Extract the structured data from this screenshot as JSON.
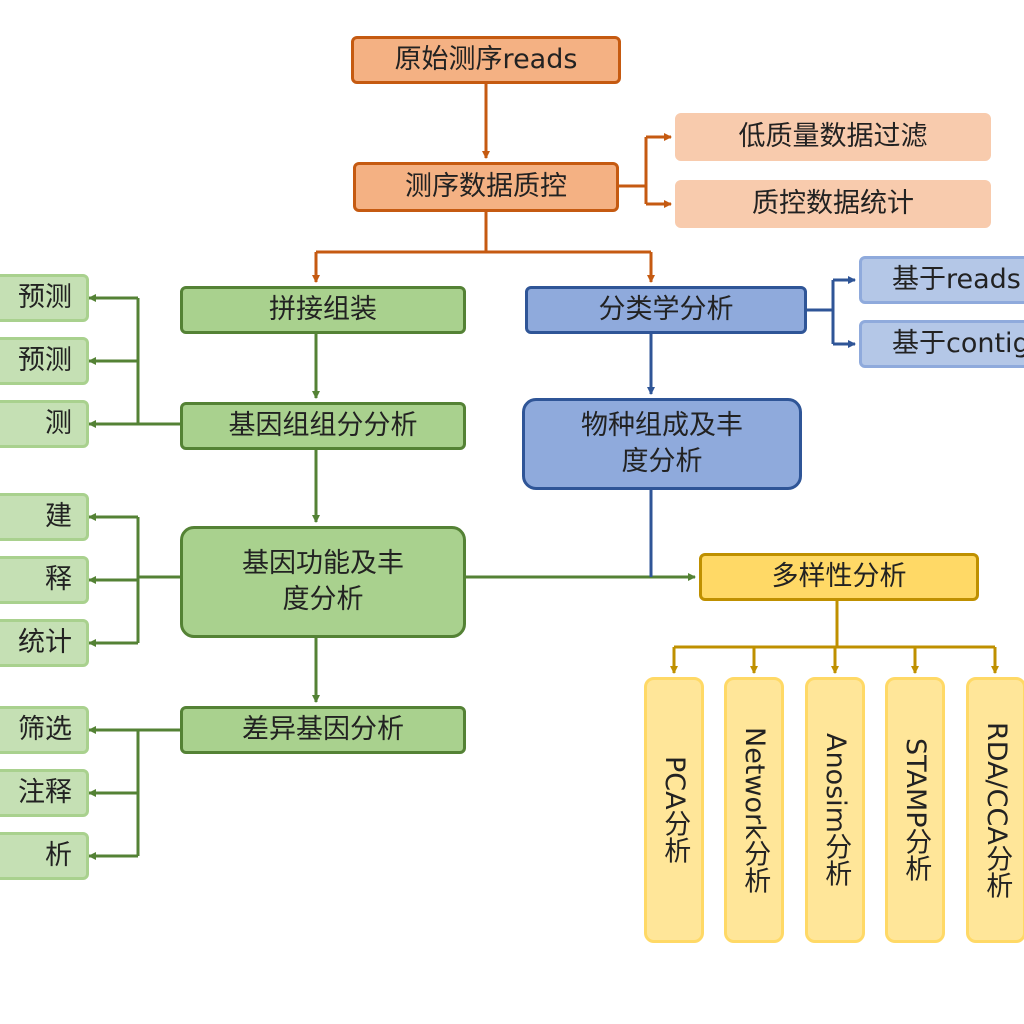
{
  "nodes": {
    "raw_reads": "原始测序reads",
    "qc": "测序数据质控",
    "low_quality_filter": "低质量数据过滤",
    "qc_stats": "质控数据统计",
    "assembly": "拼接组装",
    "taxonomy": "分类学分析",
    "by_reads": "基于reads",
    "by_contigs": "基于contigs",
    "genome_component": "基因组组分分析",
    "species_abundance": "物种组成及丰度分析",
    "gene_function": "基因功能及丰度分析",
    "diversity": "多样性分析",
    "diff_gene": "差异基因分析",
    "left_1": "预测",
    "left_2": "预测",
    "left_3": "测",
    "left_4": "建",
    "left_5": "释",
    "left_6": "统计",
    "left_7": "筛选",
    "left_8": "注释",
    "left_9": "析",
    "pca": "PCA分析",
    "network": "Network分析",
    "anosim": "Anosim分析",
    "stamp": "STAMP分析",
    "rda_cca": "RDA/CCA分析"
  },
  "colors": {
    "orange": "#c55a11",
    "green": "#548235",
    "blue": "#2f5597",
    "yellow": "#bf9000"
  }
}
